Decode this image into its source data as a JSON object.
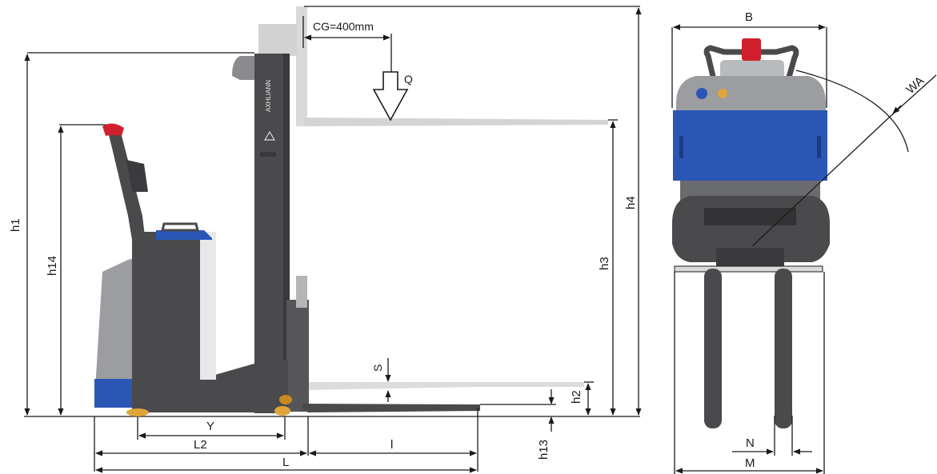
{
  "colors": {
    "chassis": "#4a4a4d",
    "chassis_light": "#8a8b8e",
    "panel_grey": "#b9babc",
    "accent_blue": "#2a56b6",
    "accent_red": "#d0202e",
    "ghost": "#d7d7d7",
    "line": "#1a1a1a",
    "wheel": "#e0a53a"
  },
  "side_view": {
    "cg_label": "CG=400mm",
    "load_label": "Q",
    "dimensions": {
      "h1": "h1",
      "h14": "h14",
      "h3": "h3",
      "h4": "h4",
      "h2": "h2",
      "h13": "h13",
      "s": "S",
      "y": "Y",
      "l2": "L2",
      "l": "L",
      "fork_length": "l"
    },
    "brand_text": "AXHLIANN"
  },
  "front_view": {
    "dimensions": {
      "b": "B",
      "wa": "WA",
      "n": "N",
      "m": "M"
    }
  }
}
